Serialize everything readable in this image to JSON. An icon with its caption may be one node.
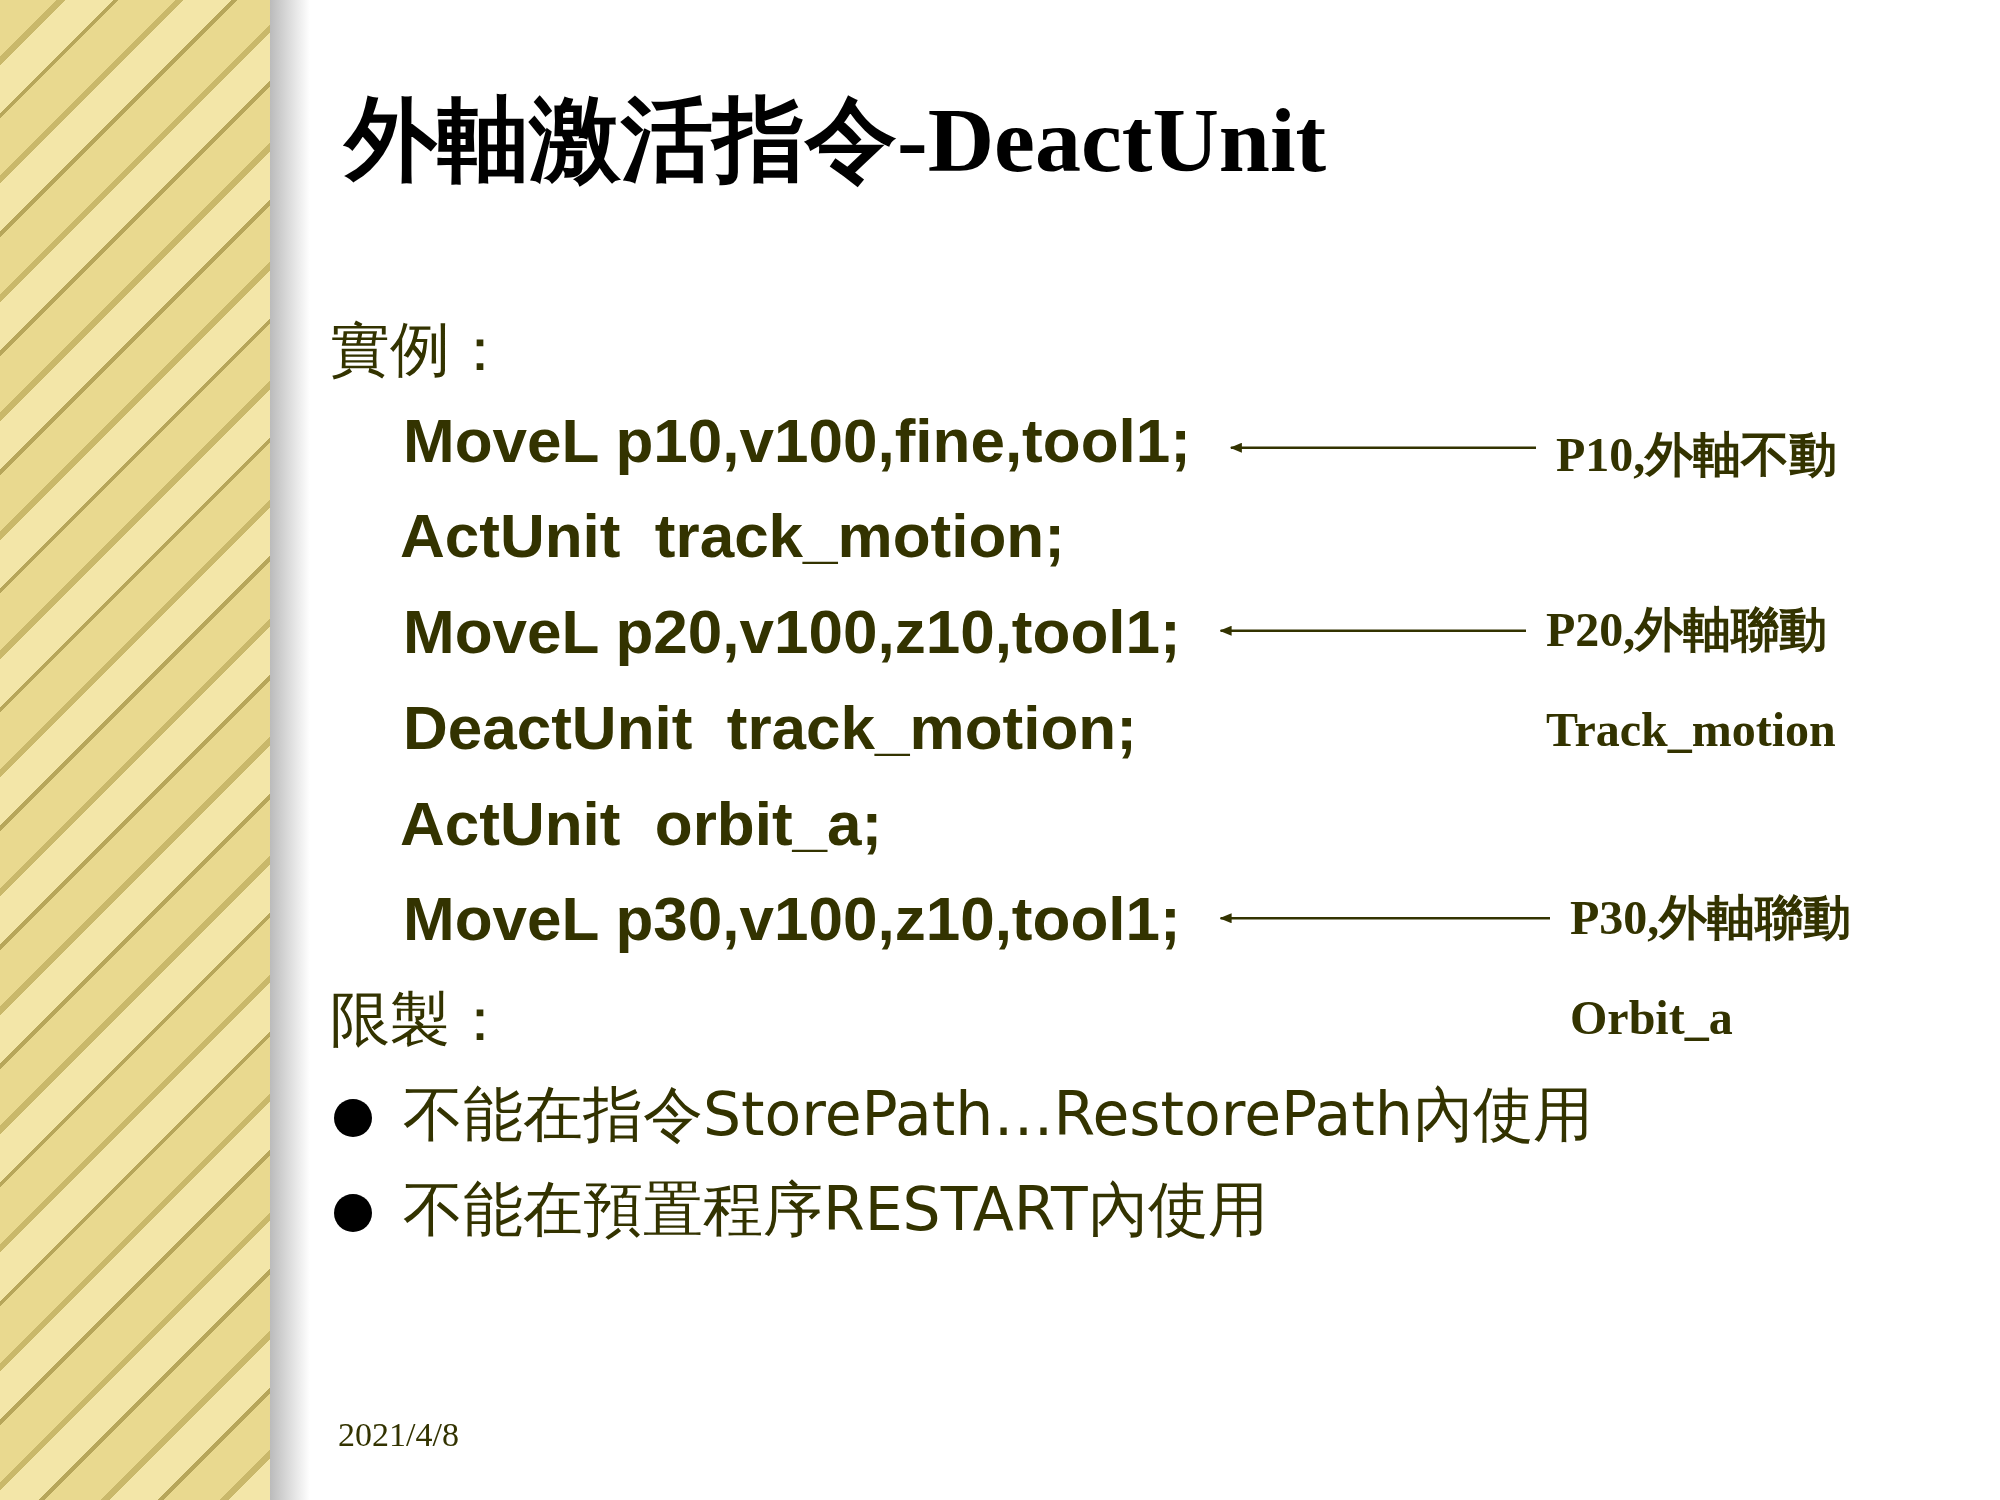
{
  "diagram": {
    "title": "外軸激活指令-DeactUnit",
    "nodes": [
      {
        "text": [
          "MoveL p10,v100,fine,tool1;"
        ]
      },
      {
        "text": [
          "P10,外軸不動"
        ]
      },
      {
        "text": [
          "MoveL p20,v100,z10,tool1;"
        ]
      },
      {
        "text": [
          "P20,外軸聯動",
          "Track_motion"
        ]
      },
      {
        "text": [
          "MoveL p30,v100,z10,tool1;"
        ]
      },
      {
        "text": [
          "P30,外軸聯動",
          "Orbit_a"
        ]
      }
    ],
    "edges": [
      {
        "from": 1,
        "to": 0,
        "arrow": "to"
      },
      {
        "from": 3,
        "to": 2,
        "arrow": "to"
      },
      {
        "from": 5,
        "to": 4,
        "arrow": "to"
      }
    ],
    "labels": [
      "實例：",
      "ActUnit  track_motion;",
      "DeactUnit  track_motion;",
      "ActUnit  orbit_a;",
      "限製：",
      "不能在指令StorePath…RestorePath內使用",
      "不能在預置程序RESTART內使用",
      "2021/4/8"
    ]
  }
}
